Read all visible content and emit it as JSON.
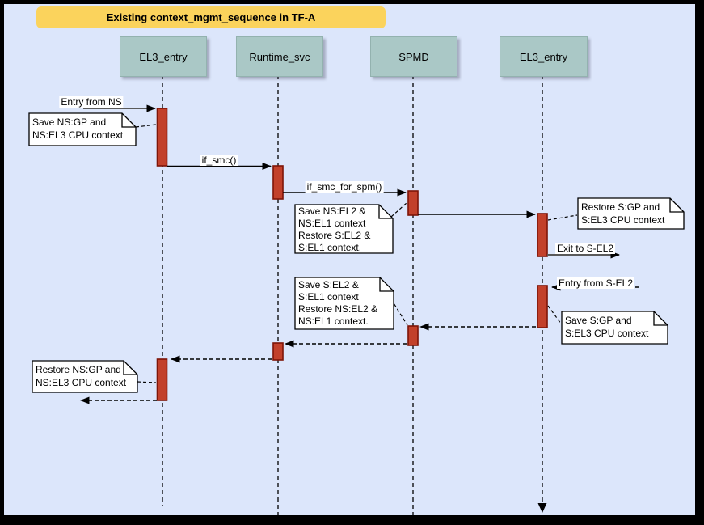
{
  "diagram": {
    "title": "Existing context_mgmt_sequence in TF-A",
    "kind": "uml-sequence-diagram"
  },
  "colors": {
    "page_background": "#dce6fb",
    "frame_border": "#000000",
    "title_background": "#fbd35c",
    "lifeline_header_background": "#aac8c6",
    "activation_fill": "#c2402a",
    "activation_border": "#7e1507",
    "external_message_line": "#5a5a5a",
    "message_line": "#000000",
    "note_background": "#ffffff"
  },
  "lifelines": [
    {
      "label": "EL3_entry"
    },
    {
      "label": "Runtime_svc"
    },
    {
      "label": "SPMD"
    },
    {
      "label": "EL3_entry"
    }
  ],
  "messages": [
    {
      "label": "Entry from NS",
      "style": "solid",
      "from": "external-left",
      "to": "EL3_entry"
    },
    {
      "label": "if_smc()",
      "style": "solid",
      "from": "EL3_entry",
      "to": "Runtime_svc"
    },
    {
      "label": "if_smc_for_spm()",
      "style": "solid",
      "from": "Runtime_svc",
      "to": "SPMD"
    },
    {
      "label": "",
      "style": "solid",
      "from": "SPMD",
      "to": "EL3_entry"
    },
    {
      "label": "Exit to S-EL2",
      "style": "solid",
      "from": "EL3_entry",
      "to": "external-right"
    },
    {
      "label": "Entry from S-EL2",
      "style": "dashed",
      "from": "external-right",
      "to": "EL3_entry"
    },
    {
      "label": "",
      "style": "dashed",
      "from": "EL3_entry",
      "to": "SPMD"
    },
    {
      "label": "",
      "style": "dashed",
      "from": "SPMD",
      "to": "Runtime_svc"
    },
    {
      "label": "",
      "style": "dashed",
      "from": "Runtime_svc",
      "to": "EL3_entry"
    },
    {
      "label": "",
      "style": "dashed",
      "from": "EL3_entry",
      "to": "external-left"
    }
  ],
  "notes": [
    {
      "text": "Save NS:GP and\nNS:EL3 CPU context"
    },
    {
      "text": "Save NS:EL2 &\nNS:EL1 context\nRestore S:EL2 &\nS:EL1 context."
    },
    {
      "text": "Restore S:GP and\nS:EL3 CPU context"
    },
    {
      "text": "Save S:EL2 &\nS:EL1 context\nRestore NS:EL2 &\nNS:EL1 context."
    },
    {
      "text": "Save S:GP and\nS:EL3 CPU context"
    },
    {
      "text": "Restore NS:GP and\nNS:EL3 CPU context"
    }
  ]
}
